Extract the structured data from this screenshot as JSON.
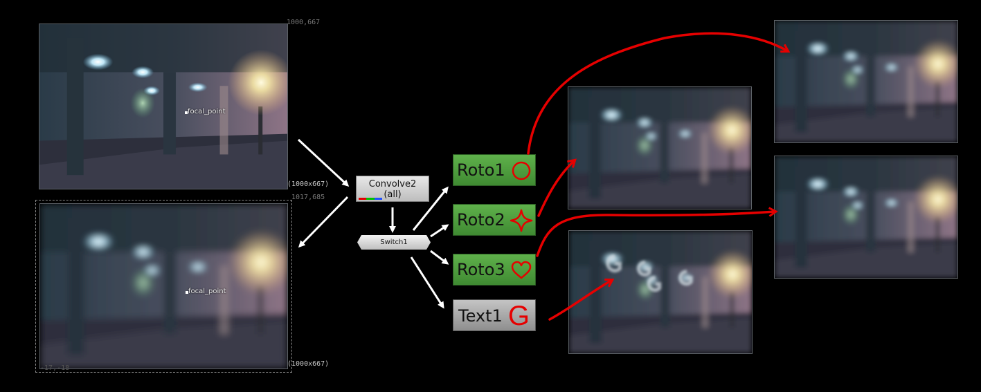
{
  "viewers": {
    "top_left": {
      "coord_label": "1000,667",
      "res_label": "(1000x667)",
      "focal_label": "focal_point"
    },
    "bottom_left": {
      "coord_label": "1017,685",
      "res_label": "(1000x667)",
      "focal_label": "focal_point",
      "corner_label": "-17,-18"
    }
  },
  "nodes": {
    "convolve": {
      "name": "Convolve2",
      "channels": "(all)"
    },
    "switch": {
      "name": "Switch1"
    },
    "roto1": {
      "name": "Roto1",
      "shape": "circle-icon"
    },
    "roto2": {
      "name": "Roto2",
      "shape": "star-icon"
    },
    "roto3": {
      "name": "Roto3",
      "shape": "heart-icon"
    },
    "text1": {
      "name": "Text1",
      "glyph": "G"
    }
  },
  "colors": {
    "roto_green": "#4e9e3e",
    "annotation_red": "#e60000",
    "arrow_white": "#ffffff"
  }
}
